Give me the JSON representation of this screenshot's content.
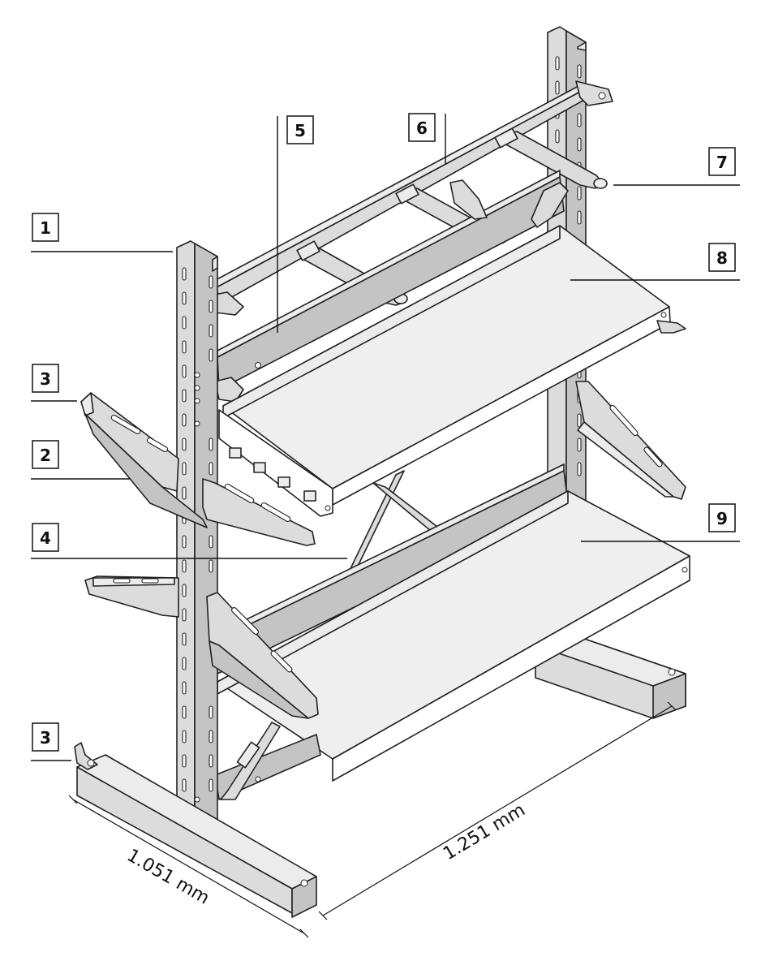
{
  "callouts": [
    {
      "id": "1",
      "label": "1"
    },
    {
      "id": "2",
      "label": "2"
    },
    {
      "id": "3a",
      "label": "3"
    },
    {
      "id": "3b",
      "label": "3"
    },
    {
      "id": "4",
      "label": "4"
    },
    {
      "id": "5",
      "label": "5"
    },
    {
      "id": "6",
      "label": "6"
    },
    {
      "id": "7",
      "label": "7"
    },
    {
      "id": "8",
      "label": "8"
    },
    {
      "id": "9",
      "label": "9"
    }
  ],
  "dimensions": {
    "depth": "1.051 mm",
    "length": "1.251 mm"
  }
}
